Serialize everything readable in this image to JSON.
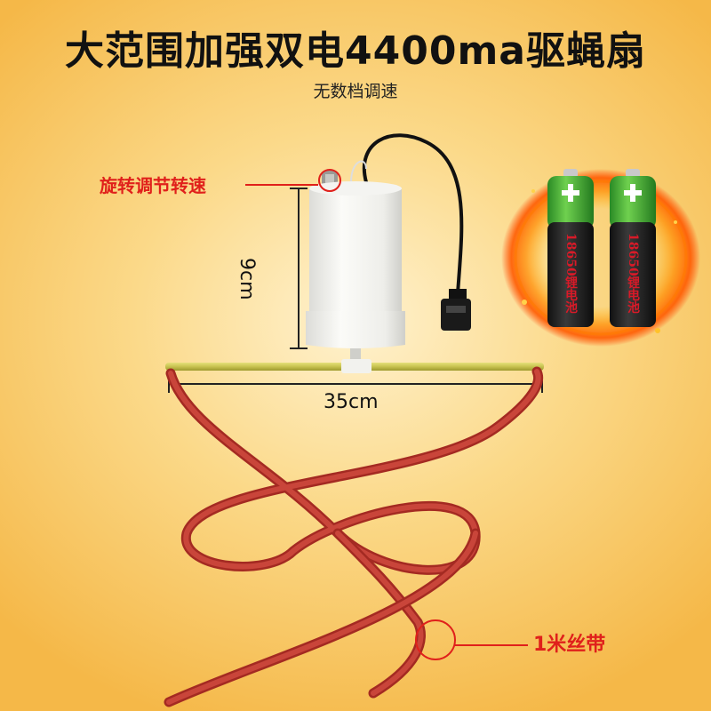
{
  "header": {
    "title": "大范围加强双电4400ma驱蝇扇",
    "subtitle": "无数档调速"
  },
  "callouts": {
    "speed_knob": "旋转调节转速",
    "ribbon": "1米丝带"
  },
  "dimensions": {
    "height": "9cm",
    "width": "35cm"
  },
  "battery": {
    "label_1": "18650锂电池",
    "label_2": "18650锂电池"
  },
  "colors": {
    "accent_red": "#e0201b",
    "ribbon": "#b8302a",
    "battery_green": "#3aa72f"
  }
}
